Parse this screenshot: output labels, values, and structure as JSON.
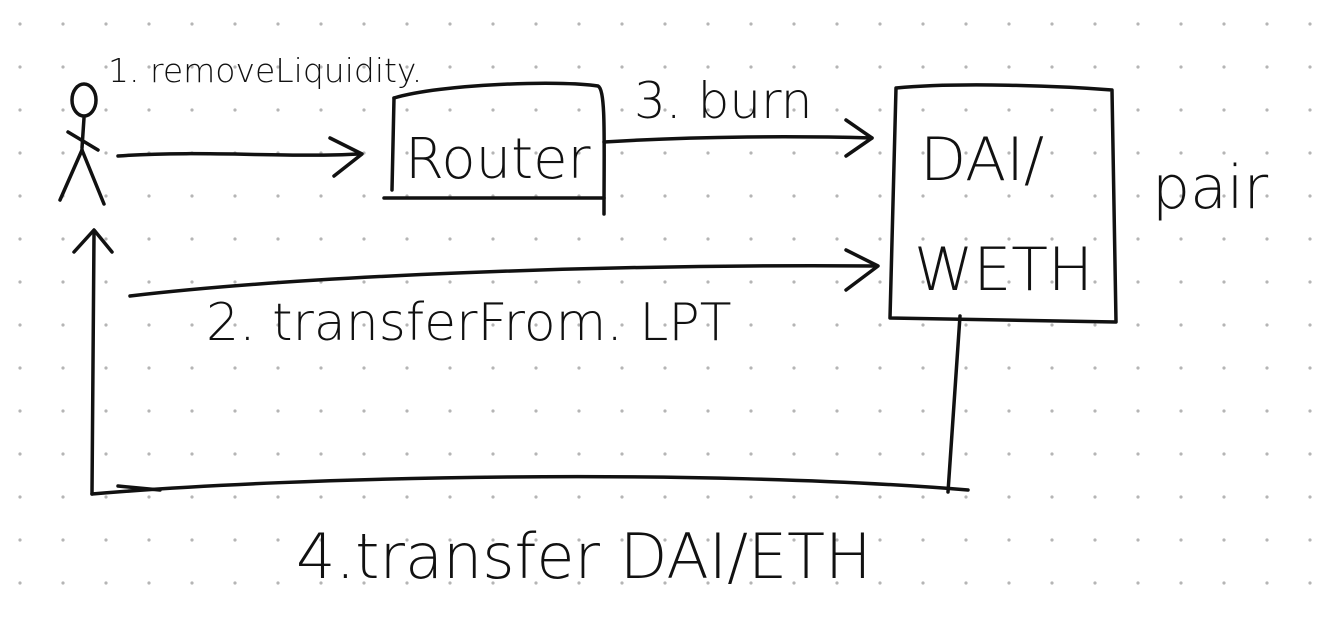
{
  "diagram": {
    "actor": {
      "icon": "stick-figure-icon"
    },
    "nodes": {
      "router": {
        "label": "Router"
      },
      "pair": {
        "label_line1": "DAI/",
        "label_line2": "WETH",
        "side_label": "pair"
      }
    },
    "edges": [
      {
        "id": "step1",
        "label": "1. removeLiquidity.",
        "from": "user",
        "to": "router"
      },
      {
        "id": "step2",
        "label": "2. transferFrom. LPT",
        "from": "user",
        "to": "pair"
      },
      {
        "id": "step3",
        "label": "3. burn",
        "from": "router",
        "to": "pair"
      },
      {
        "id": "step4",
        "label": "4.transfer DAI/ETH",
        "from": "pair",
        "to": "user"
      }
    ],
    "colors": {
      "ink": "#111111",
      "background": "#ffffff",
      "grid_dot": "#b5b5b5"
    }
  }
}
